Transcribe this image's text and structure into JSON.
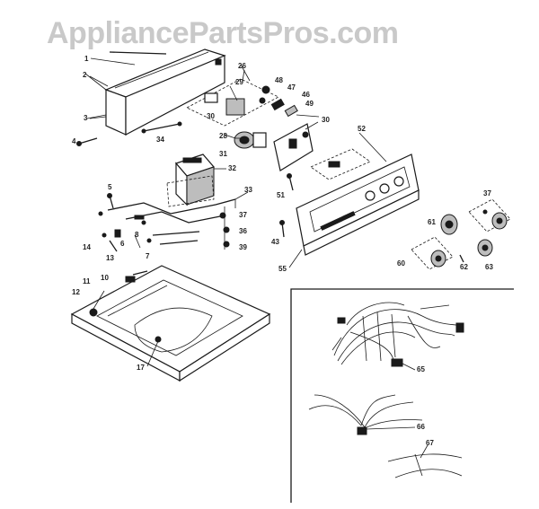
{
  "watermark": "AppliancePartsPros.com",
  "callouts": [
    {
      "id": "c1",
      "label": "1"
    },
    {
      "id": "c2",
      "label": "2"
    },
    {
      "id": "c3",
      "label": "3"
    },
    {
      "id": "c4",
      "label": "4"
    },
    {
      "id": "c5",
      "label": "5"
    },
    {
      "id": "c6",
      "label": "6"
    },
    {
      "id": "c7",
      "label": "7"
    },
    {
      "id": "c8",
      "label": "8"
    },
    {
      "id": "c10",
      "label": "10"
    },
    {
      "id": "c11",
      "label": "11"
    },
    {
      "id": "c12",
      "label": "12"
    },
    {
      "id": "c13",
      "label": "13"
    },
    {
      "id": "c14",
      "label": "14"
    },
    {
      "id": "c17",
      "label": "17"
    },
    {
      "id": "c26",
      "label": "26"
    },
    {
      "id": "c28",
      "label": "28"
    },
    {
      "id": "c29",
      "label": "29"
    },
    {
      "id": "c30a",
      "label": "30"
    },
    {
      "id": "c30b",
      "label": "30"
    },
    {
      "id": "c31",
      "label": "31"
    },
    {
      "id": "c32",
      "label": "32"
    },
    {
      "id": "c33",
      "label": "33"
    },
    {
      "id": "c34",
      "label": "34"
    },
    {
      "id": "c36",
      "label": "36"
    },
    {
      "id": "c37a",
      "label": "37"
    },
    {
      "id": "c37b",
      "label": "37"
    },
    {
      "id": "c39",
      "label": "39"
    },
    {
      "id": "c43",
      "label": "43"
    },
    {
      "id": "c46",
      "label": "46"
    },
    {
      "id": "c47",
      "label": "47"
    },
    {
      "id": "c48",
      "label": "48"
    },
    {
      "id": "c49",
      "label": "49"
    },
    {
      "id": "c51",
      "label": "51"
    },
    {
      "id": "c52",
      "label": "52"
    },
    {
      "id": "c55",
      "label": "55"
    },
    {
      "id": "c60",
      "label": "60"
    },
    {
      "id": "c61",
      "label": "61"
    },
    {
      "id": "c62",
      "label": "62"
    },
    {
      "id": "c63",
      "label": "63"
    },
    {
      "id": "c65",
      "label": "65"
    },
    {
      "id": "c66",
      "label": "66"
    },
    {
      "id": "c67",
      "label": "67"
    }
  ]
}
